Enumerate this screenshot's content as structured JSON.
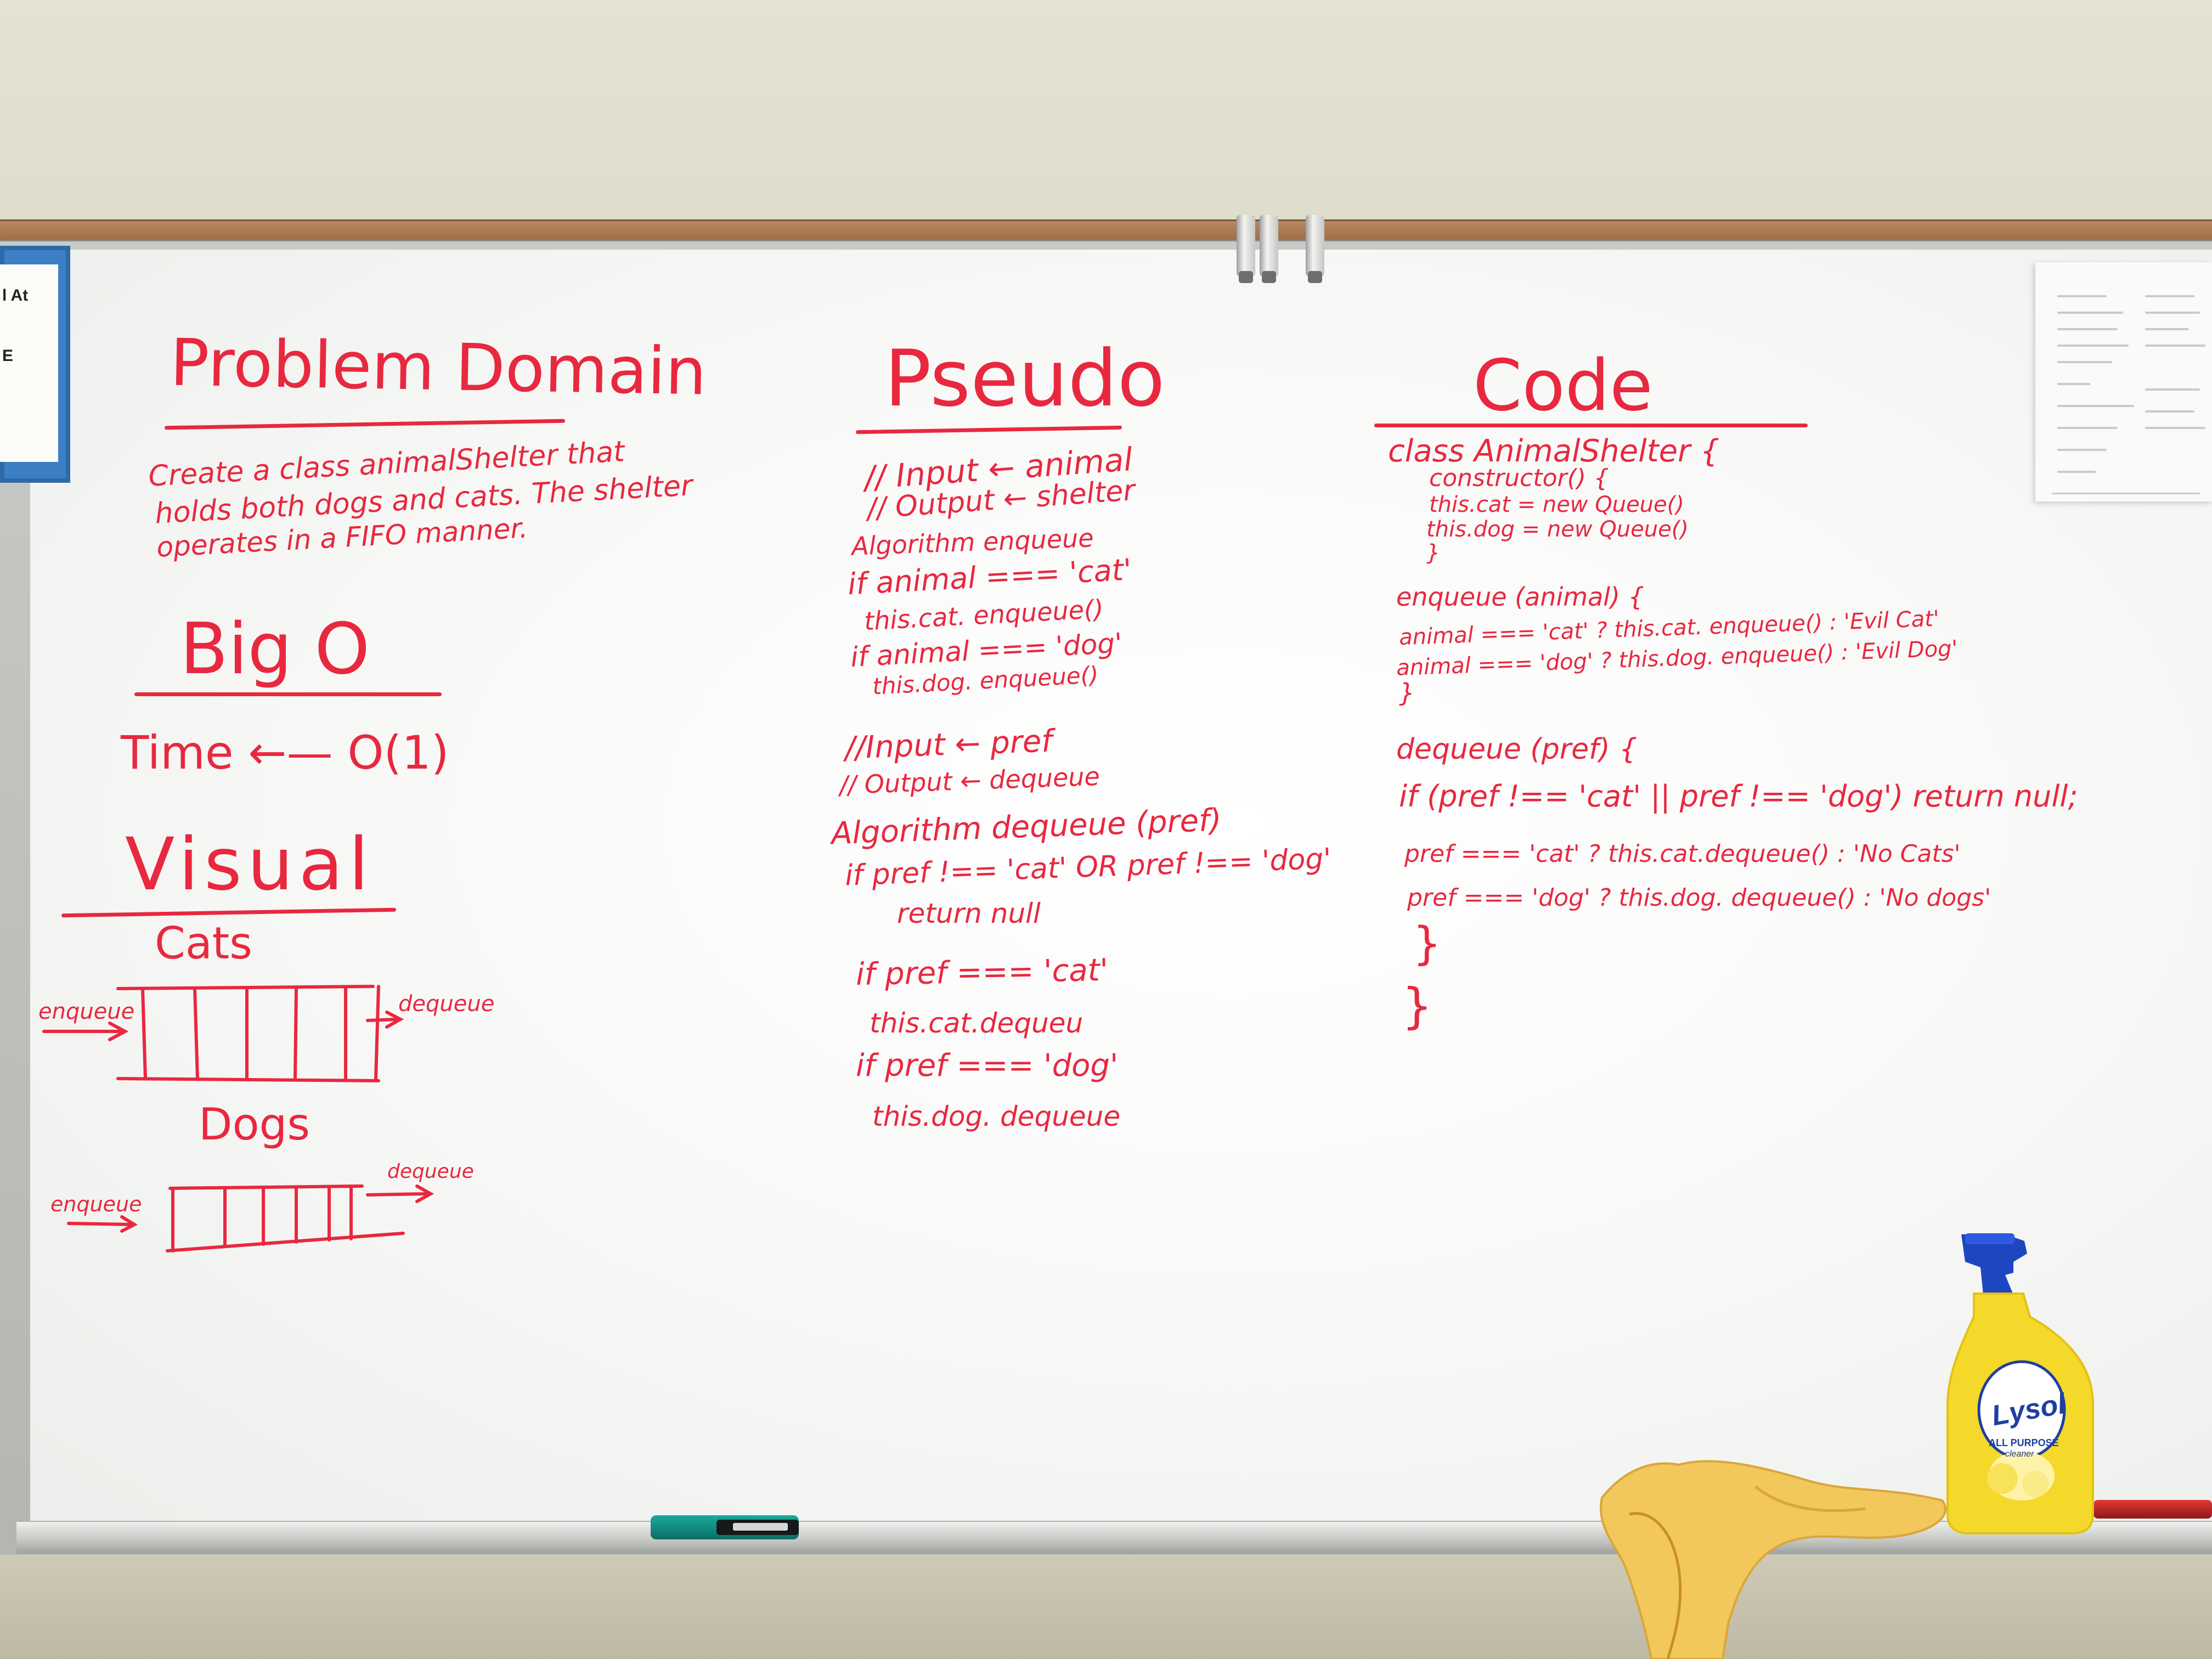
{
  "sign": {
    "line1": "l At",
    "line2": "E"
  },
  "problem_domain": {
    "title": "Problem Domain",
    "lines": [
      "Create a class animalShelter that",
      "holds both dogs and cats. The shelter",
      "operates in a FIFO manner."
    ]
  },
  "big_o": {
    "title": "Big O",
    "time": "Time ←— O(1)"
  },
  "visual": {
    "title": "Visual",
    "cats_label": "Cats",
    "dogs_label": "Dogs",
    "enqueue": "enqueue",
    "dequeue": "dequeue"
  },
  "pseudo": {
    "title": "Pseudo",
    "lines": [
      "// Input ← animal",
      "// Output ← shelter",
      "Algorithm enqueue",
      "if animal === 'cat'",
      "this.cat. enqueue()",
      "if animal === 'dog'",
      "this.dog. enqueue()",
      "//Input ← pref",
      "// Output ← dequeue",
      "Algorithm dequeue (pref)",
      "if pref !== 'cat' OR pref !== 'dog'",
      "return null",
      "if pref === 'cat'",
      "this.cat.dequeu",
      "if pref === 'dog'",
      "this.dog. dequeue"
    ]
  },
  "code": {
    "title": "Code",
    "lines": [
      "class AnimalShelter {",
      "constructor() {",
      "this.cat = new Queue()",
      "this.dog = new Queue()",
      "}",
      "enqueue (animal) {",
      "animal === 'cat' ? this.cat. enqueue() : 'Evil Cat'",
      "animal === 'dog' ? this.dog. enqueue() : 'Evil Dog'",
      "}",
      "dequeue (pref) {",
      "if (pref !== 'cat' || pref !== 'dog') return null;",
      "pref === 'cat' ? this.cat.dequeue() : 'No Cats'",
      "pref === 'dog' ? this.dog. dequeue() : 'No dogs'",
      "}",
      "}"
    ]
  },
  "bottle": {
    "brand": "Lysol",
    "sub": "ALL PURPOSE",
    "sub2": "cleaner"
  },
  "colors": {
    "ink": "#e8283f",
    "board": "#f7f8f6",
    "wall": "#dfddcc",
    "bottle": "#f5d92a",
    "cloth": "#f2c75b"
  }
}
